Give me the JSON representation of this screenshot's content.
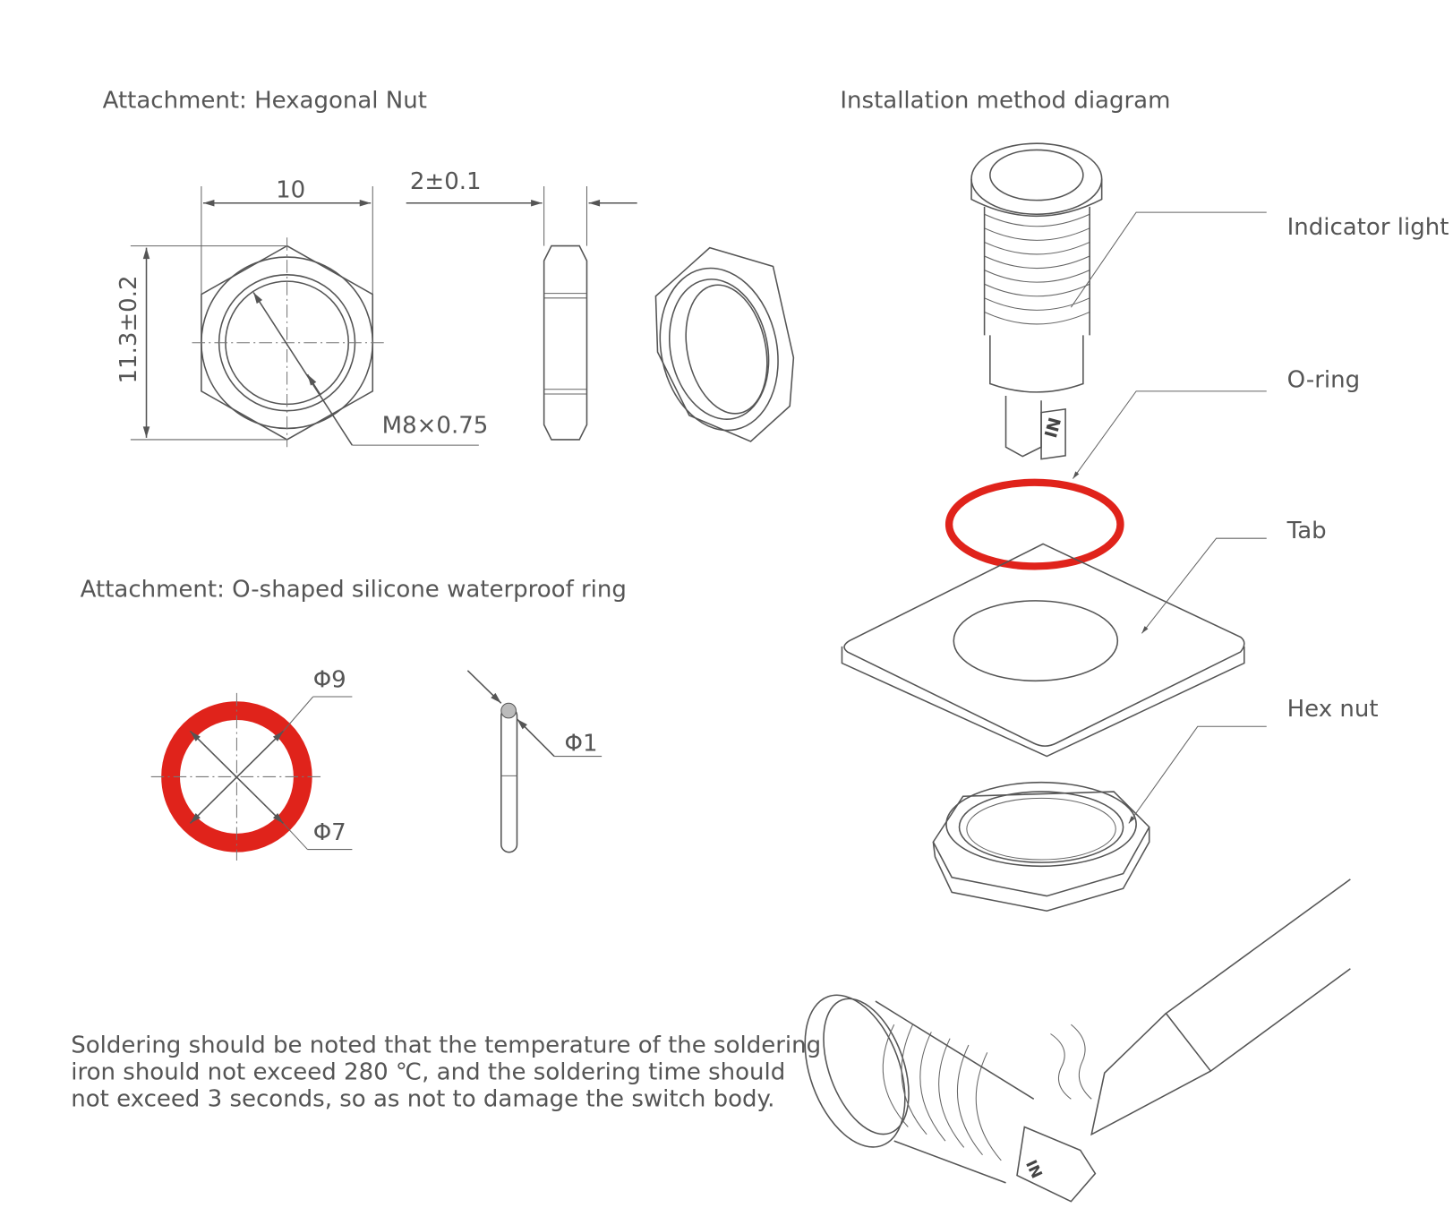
{
  "headings": {
    "hex_nut": "Attachment: Hexagonal Nut",
    "installation": "Installation method diagram",
    "o_ring": "Attachment: O-shaped silicone waterproof ring"
  },
  "dimensions": {
    "hex_width": "10",
    "hex_thickness": "2±0.1",
    "hex_height": "11.3±0.2",
    "thread": "M8×0.75",
    "ring_outer": "Φ9",
    "ring_inner": "Φ7",
    "ring_section": "Φ1"
  },
  "callouts": {
    "indicator_light": "Indicator light",
    "o_ring": "O-ring",
    "tab": "Tab",
    "hex_nut": "Hex nut"
  },
  "pin_marking": "IN",
  "note": {
    "line1": "Soldering should be noted that the temperature of the soldering",
    "line2": "iron should not exceed 280 ℃, and the soldering time should",
    "line3": "not exceed 3 seconds, so as not to damage the switch body."
  },
  "colors": {
    "ring_red": "#e0231b",
    "line": "#555555"
  }
}
